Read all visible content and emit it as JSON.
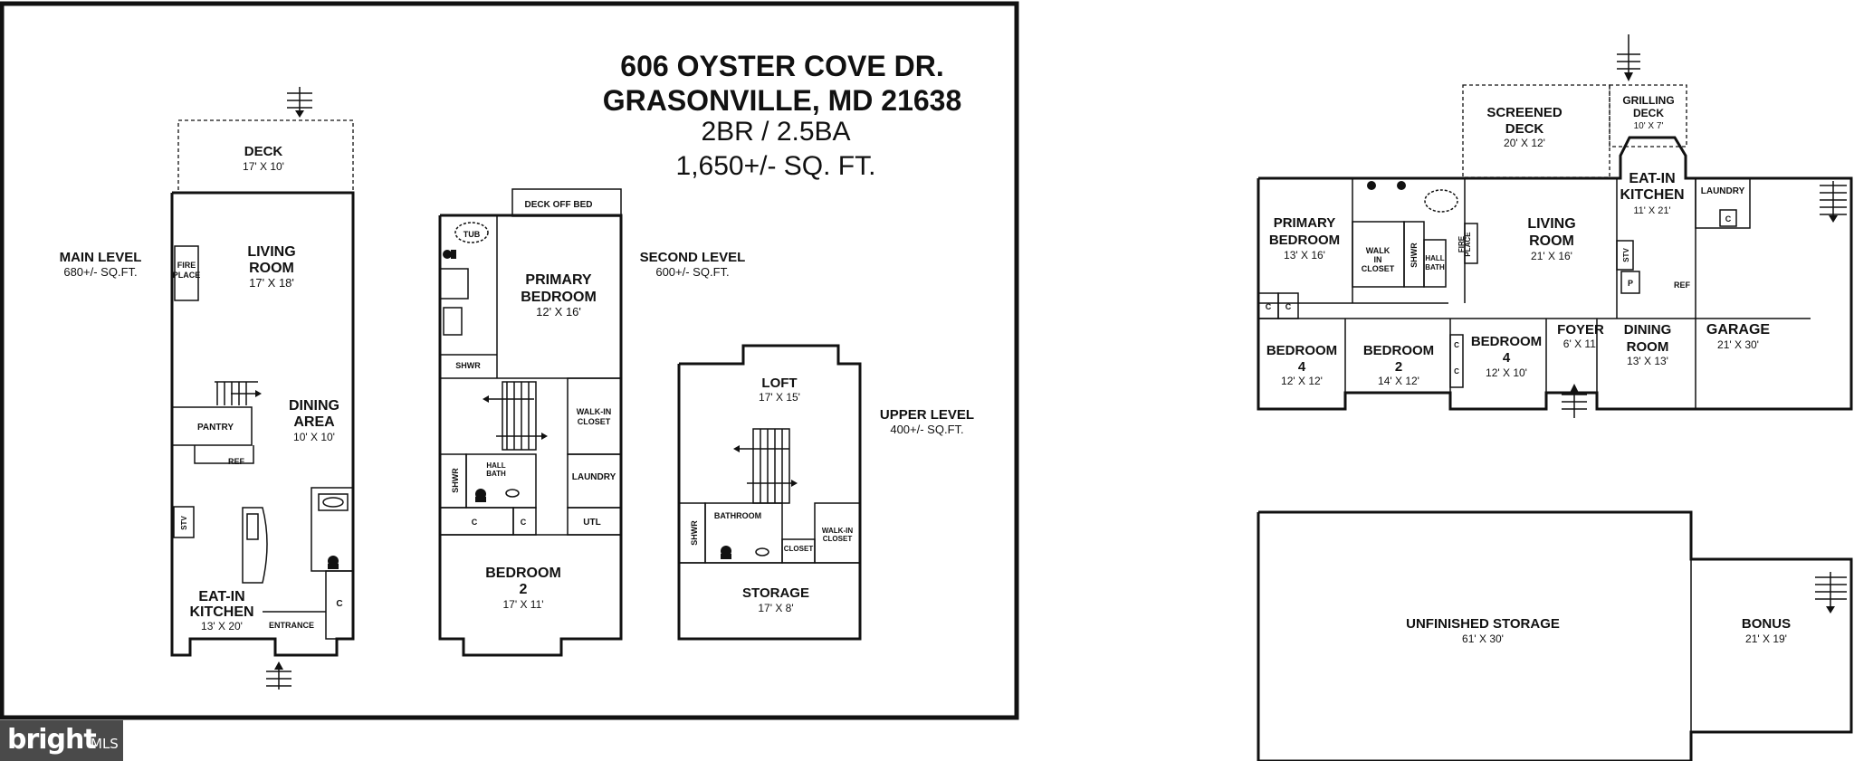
{
  "header": {
    "address_line1": "606 OYSTER COVE DR.",
    "address_line2": "GRASONVILLE, MD 21638",
    "beds_baths": "2BR / 2.5BA",
    "sqft": "1,650+/- SQ. FT."
  },
  "levels": {
    "main": {
      "name": "MAIN LEVEL",
      "sqft": "680+/- SQ.FT."
    },
    "second": {
      "name": "SECOND LEVEL",
      "sqft": "600+/- SQ.FT."
    },
    "upper": {
      "name": "UPPER LEVEL",
      "sqft": "400+/- SQ.FT."
    }
  },
  "main_level_rooms": {
    "deck": {
      "name": "DECK",
      "dims": "17' X 10'"
    },
    "living": {
      "name1": "LIVING",
      "name2": "ROOM",
      "dims": "17' X 18'"
    },
    "dining": {
      "name1": "DINING",
      "name2": "AREA",
      "dims": "10' X 10'"
    },
    "kitchen": {
      "name1": "EAT-IN",
      "name2": "KITCHEN",
      "dims": "13' X 20'"
    },
    "fireplace1": "FIRE",
    "fireplace2": "PLACE",
    "pantry": "PANTRY",
    "ref": "REF",
    "stv": "STV",
    "entrance": "ENTRANCE",
    "closet": "C"
  },
  "second_level_rooms": {
    "deck_off_bed": "DECK OFF BED",
    "tub": "TUB",
    "primary": {
      "name1": "PRIMARY",
      "name2": "BEDROOM",
      "dims": "12' X 16'"
    },
    "shwr": "SHWR",
    "walkin1": "WALK-IN",
    "walkin2": "CLOSET",
    "hallbath1": "HALL",
    "hallbath2": "BATH",
    "laundry": "LAUNDRY",
    "utl": "UTL",
    "closet": "C",
    "bedroom2": {
      "name1": "BEDROOM",
      "name2": "2",
      "dims": "17' X 11'"
    }
  },
  "upper_level_rooms": {
    "loft": {
      "name": "LOFT",
      "dims": "17' X 15'"
    },
    "bathroom": "BATHROOM",
    "shwr": "SHWR",
    "closet": "CLOSET",
    "walkin1": "WALK-IN",
    "walkin2": "CLOSET",
    "storage": {
      "name": "STORAGE",
      "dims": "17' X 8'"
    }
  },
  "right_plan": {
    "screened_deck": {
      "name1": "SCREENED",
      "name2": "DECK",
      "dims": "20' X 12'"
    },
    "grilling_deck": {
      "name1": "GRILLING",
      "name2": "DECK",
      "dims": "10' X 7'"
    },
    "primary": {
      "name1": "PRIMARY",
      "name2": "BEDROOM",
      "dims": "13' X 16'"
    },
    "walkin1": "WALK",
    "walkin2": "IN",
    "walkin3": "CLOSET",
    "shwr": "SHWR",
    "hallbath1": "HALL",
    "hallbath2": "BATH",
    "fireplace1": "FIRE",
    "fireplace2": "PLACE",
    "living": {
      "name1": "LIVING",
      "name2": "ROOM",
      "dims": "21' X 16'"
    },
    "kitchen": {
      "name1": "EAT-IN",
      "name2": "KITCHEN",
      "dims": "11' X 21'"
    },
    "laundry": "LAUNDRY",
    "stv": "STV",
    "ref": "REF",
    "p": "P",
    "closet": "C",
    "garage": {
      "name": "GARAGE",
      "dims": "21' X 30'"
    },
    "bedroom4a": {
      "name1": "BEDROOM",
      "name2": "4",
      "dims": "12' X 12'"
    },
    "bedroom2": {
      "name1": "BEDROOM",
      "name2": "2",
      "dims": "14' X 12'"
    },
    "bedroom4b": {
      "name1": "BEDROOM",
      "name2": "4",
      "dims": "12' X 10'"
    },
    "foyer": {
      "name": "FOYER",
      "dims": "6' X 11'"
    },
    "dining": {
      "name1": "DINING",
      "name2": "ROOM",
      "dims": "13' X 13'"
    },
    "unfinished": {
      "name": "UNFINISHED STORAGE",
      "dims": "61' X 30'"
    },
    "bonus": {
      "name": "BONUS",
      "dims": "21' X 19'"
    }
  },
  "watermark": {
    "brand": "bright",
    "suffix": "MLS"
  }
}
